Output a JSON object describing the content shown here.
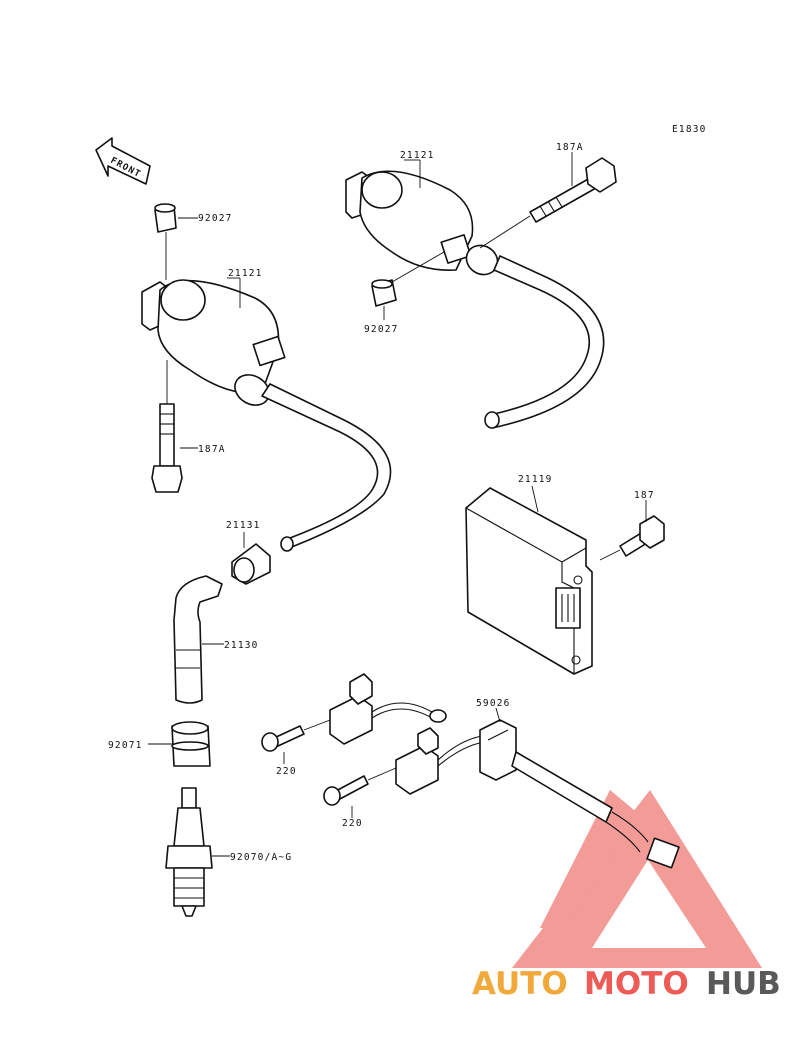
{
  "diagram_code": "E1830",
  "front_label": "FRONT",
  "labels": {
    "part_92027_top": "92027",
    "part_21121_left": "21121",
    "part_187A_left": "187A",
    "part_21121_right": "21121",
    "part_187A_right": "187A",
    "part_92027_right": "92027",
    "part_21131": "21131",
    "part_21130": "21130",
    "part_92071": "92071",
    "part_92070": "92070/A~G",
    "part_21119": "21119",
    "part_187": "187",
    "part_59026": "59026",
    "part_220_upper": "220",
    "part_220_lower": "220"
  },
  "watermark": {
    "part1": "AUTO",
    "part2": "MOTO",
    "part3": "HUB",
    "colors": {
      "auto": "#f2a93b",
      "moto": "#ee5a55",
      "hub": "#5a5a5a",
      "triangle": "#f08a86"
    }
  }
}
